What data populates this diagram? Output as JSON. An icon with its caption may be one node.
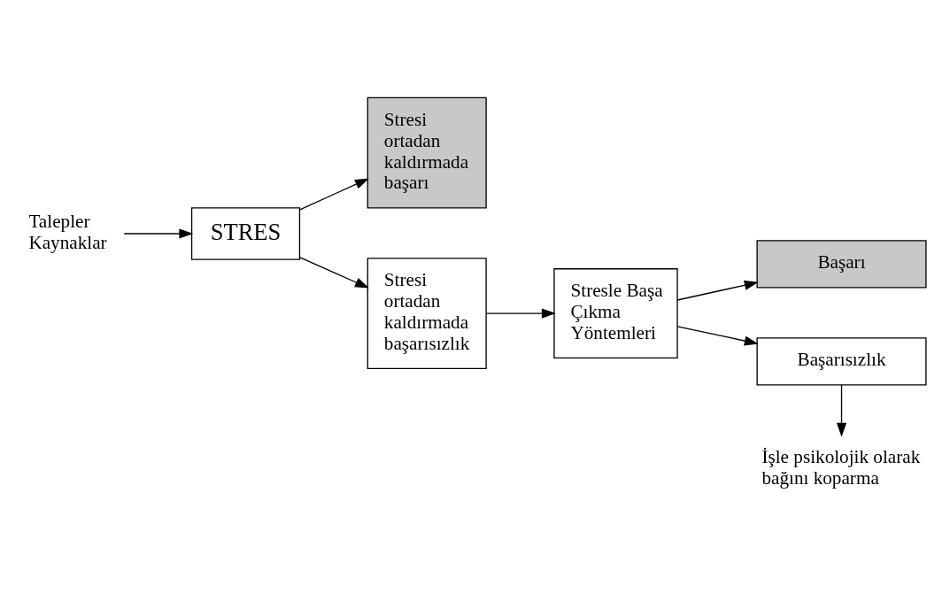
{
  "diagram": {
    "nodes": [
      {
        "text": [
          "Talepler Kaynaklar"
        ]
      },
      {
        "text": [
          "STRES"
        ]
      },
      {
        "text": [
          "Stresi ortadan kaldırmada başarı"
        ]
      },
      {
        "text": [
          "Stresi ortadan kaldırmada başarısızlık"
        ]
      },
      {
        "text": [
          "Stresle Başa Çıkma Yöntemleri"
        ]
      },
      {
        "text": [
          "Başarı"
        ]
      },
      {
        "text": [
          "Başarısızlık"
        ]
      },
      {
        "text": [
          "İşle psikolojik olarak bağını koparma"
        ]
      }
    ],
    "edges": [
      {
        "from": 0,
        "to": 1,
        "arrow": "to"
      },
      {
        "from": 1,
        "to": 2,
        "arrow": "to"
      },
      {
        "from": 1,
        "to": 3,
        "arrow": "to"
      },
      {
        "from": 3,
        "to": 4,
        "arrow": "to"
      },
      {
        "from": 4,
        "to": 5,
        "arrow": "to"
      },
      {
        "from": 4,
        "to": 6,
        "arrow": "to"
      },
      {
        "from": 6,
        "to": 7,
        "arrow": "to"
      }
    ]
  }
}
